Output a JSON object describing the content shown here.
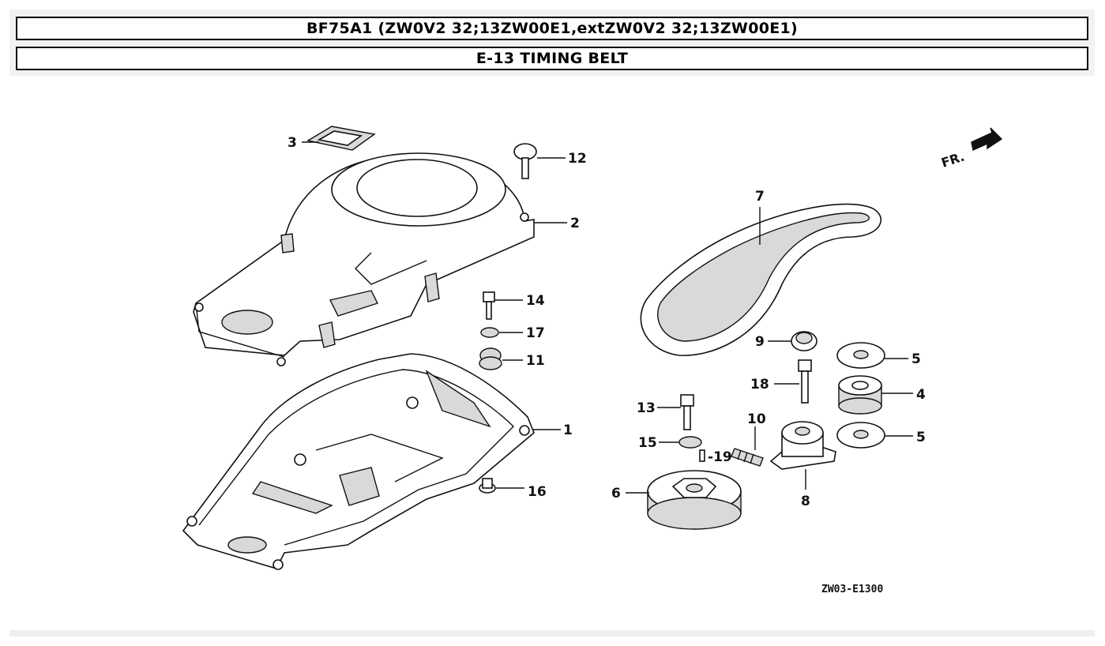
{
  "header": {
    "model_title": "BF75A1 (ZW0V2 32;13ZW00E1,extZW0V2 32;13ZW00E1)",
    "section_title": "E-13 TIMING BELT"
  },
  "diagram": {
    "direction_label": "FR.",
    "figure_code": "ZW03-E1300",
    "callouts": {
      "c1": "1",
      "c2": "2",
      "c3": "3",
      "c4": "4",
      "c5a": "5",
      "c5b": "5",
      "c6": "6",
      "c7": "7",
      "c8": "8",
      "c9": "9",
      "c10": "10",
      "c11": "11",
      "c12": "12",
      "c13": "13",
      "c14": "14",
      "c15": "15",
      "c16": "16",
      "c17": "17",
      "c18": "18",
      "c19": "19"
    }
  }
}
